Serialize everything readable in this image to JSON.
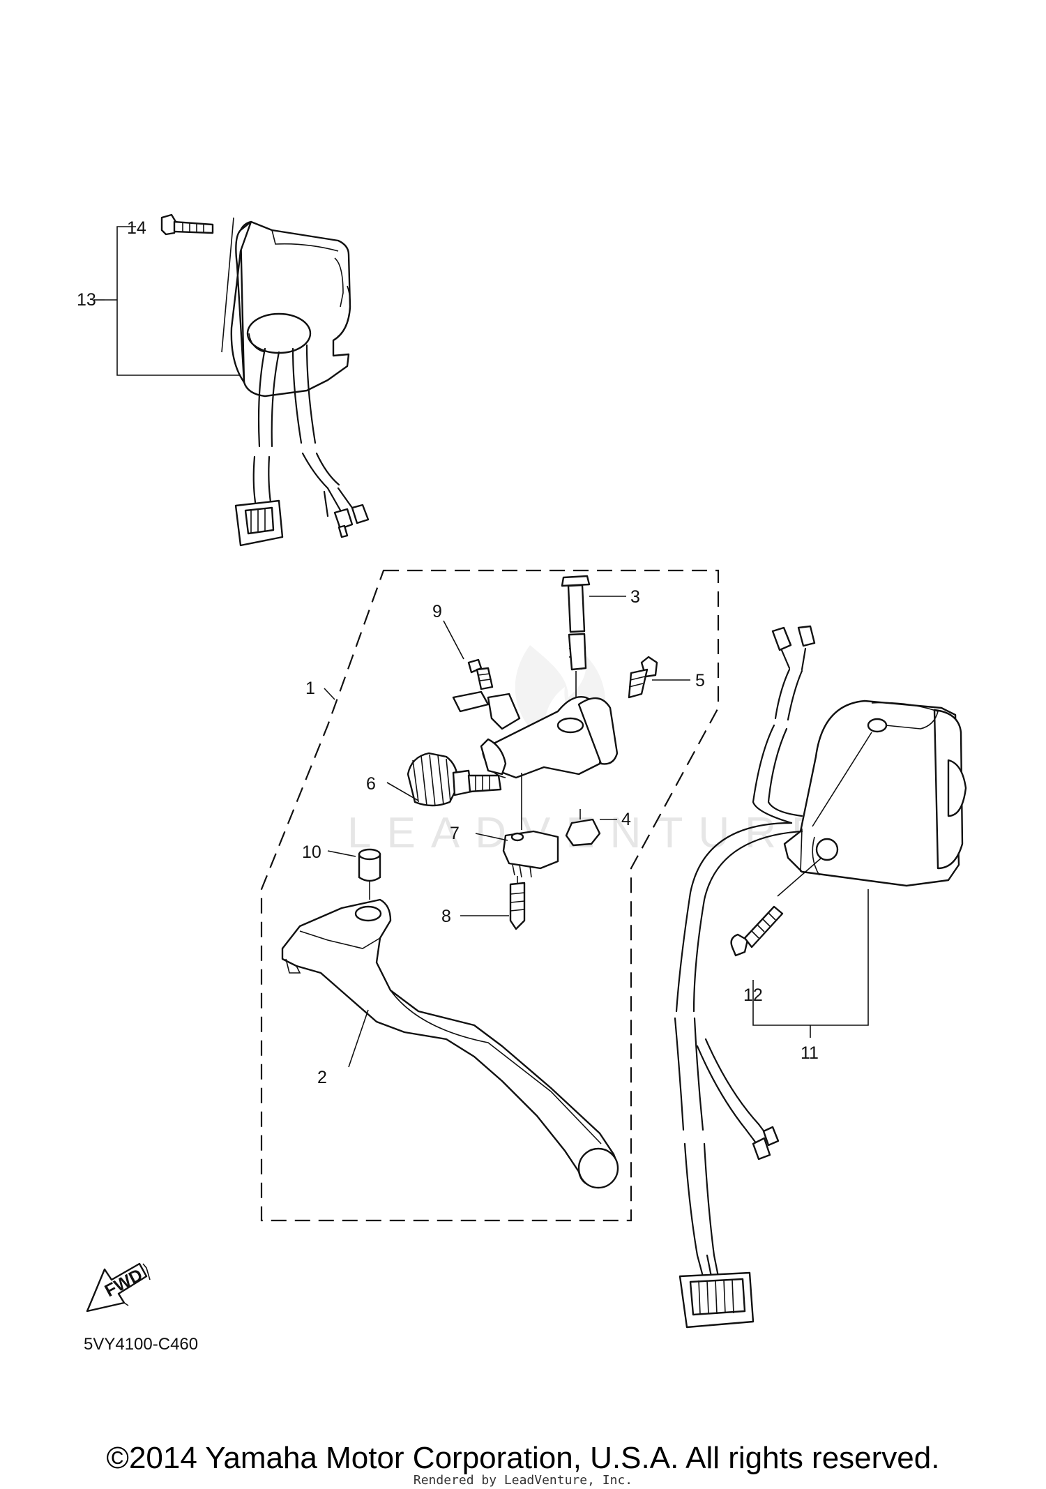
{
  "diagram": {
    "callouts": [
      "1",
      "2",
      "3",
      "4",
      "5",
      "6",
      "7",
      "8",
      "9",
      "10",
      "11",
      "12",
      "13",
      "14"
    ],
    "direction_label": "FWD",
    "diagram_code": "5VY4100-C460",
    "watermark": "LEADVENTURE"
  },
  "footer": {
    "copyright": "©2014 Yamaha Motor Corporation, U.S.A. All rights reserved.",
    "rendered_by": "Rendered by LeadVenture, Inc."
  }
}
